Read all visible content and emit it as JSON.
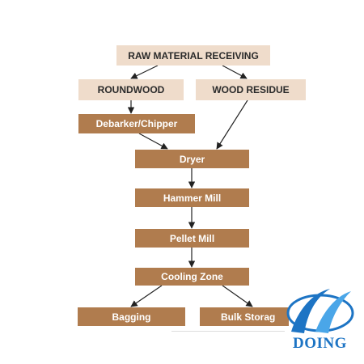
{
  "diagram": {
    "nodes": {
      "raw_material": "RAW MATERIAL RECEIVING",
      "roundwood": "ROUNDWOOD",
      "wood_residue": "WOOD RESIDUE",
      "debarker": "Debarker/Chipper",
      "dryer": "Dryer",
      "hammer_mill": "Hammer Mill",
      "pellet_mill": "Pellet Mill",
      "cooling_zone": "Cooling Zone",
      "bagging": "Bagging",
      "bulk_storage": "Bulk Storag"
    },
    "edges": [
      [
        "raw_material",
        "roundwood"
      ],
      [
        "raw_material",
        "wood_residue"
      ],
      [
        "roundwood",
        "debarker"
      ],
      [
        "debarker",
        "dryer"
      ],
      [
        "wood_residue",
        "dryer"
      ],
      [
        "dryer",
        "hammer_mill"
      ],
      [
        "hammer_mill",
        "pellet_mill"
      ],
      [
        "pellet_mill",
        "cooling_zone"
      ],
      [
        "cooling_zone",
        "bagging"
      ],
      [
        "cooling_zone",
        "bulk_storage"
      ]
    ]
  },
  "logo": {
    "text": "DOING",
    "colors": {
      "blue": "#1d74c4",
      "light_blue": "#4aa6e8"
    }
  },
  "colors": {
    "light_box": "#efdccb",
    "dark_box": "#b07c4e",
    "arrow": "#222222"
  }
}
